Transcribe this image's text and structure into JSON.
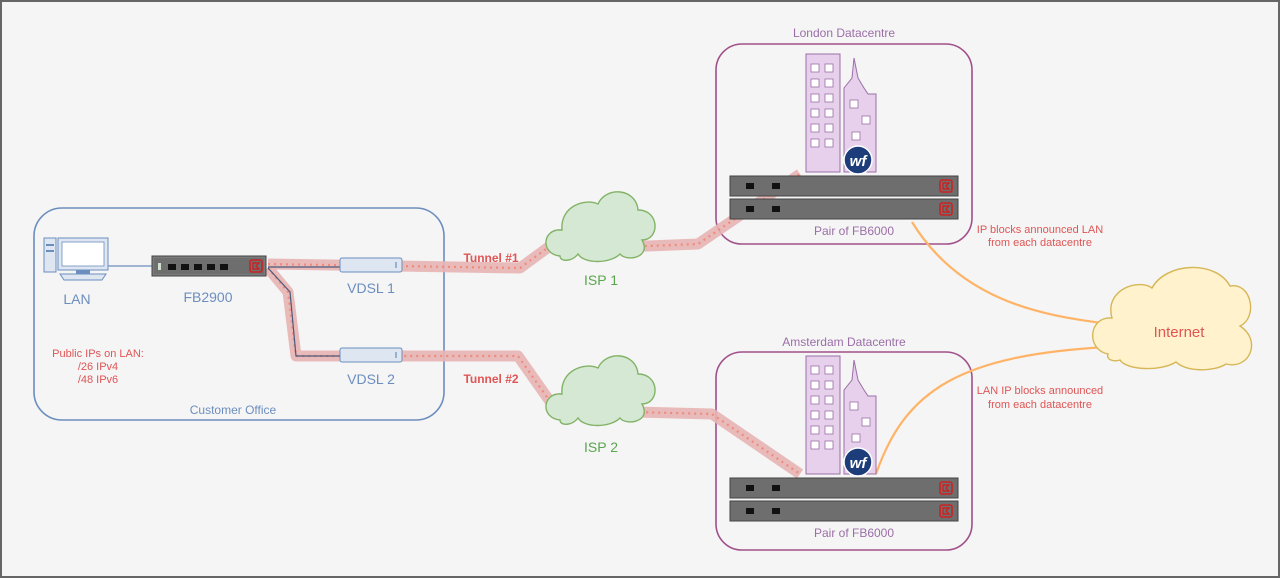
{
  "office": {
    "label": "Customer Office",
    "lan_label": "LAN",
    "router_label": "FB2900",
    "vdsl1_label": "VDSL 1",
    "vdsl2_label": "VDSL 2",
    "public_ips": [
      "Public IPs on LAN:",
      "/26 IPv4",
      "/48 IPv6"
    ]
  },
  "tunnels": [
    "Tunnel #1",
    "Tunnel #2"
  ],
  "isps": [
    "ISP 1",
    "ISP 2"
  ],
  "london": {
    "title": "London Datacentre",
    "pair_label": "Pair of FB6000"
  },
  "amsterdam": {
    "title": "Amsterdam Datacentre",
    "pair_label": "Pair of FB6000"
  },
  "internet_label": "Internet",
  "notes": {
    "london": [
      "IP blocks announced LAN",
      "from each datacentre"
    ],
    "amsterdam": [
      "LAN IP blocks announced",
      "from each datacentre"
    ]
  },
  "logo_text": "wf",
  "colors": {
    "office_border": "#6c8ebf",
    "office_text": "#6c8ebf",
    "datacentre_border": "#a0508a",
    "datacentre_text": "#9b6ea7",
    "isp_fill": "#d5e8d4",
    "isp_border": "#82b366",
    "isp_text": "#5aa64e",
    "tunnel_stroke": "#e8b4b4",
    "tunnel_dots": "#f08a7a",
    "tunnel_text": "#e05555",
    "internet_fill": "#fff2cc",
    "internet_border": "#d6b656",
    "internet_text": "#e05555",
    "orange_link": "#ffb366",
    "building_fill": "#e6d0ec",
    "logo_fill": "#1d3d7a",
    "note_text": "#e05555",
    "brand_red": "#cc2222"
  }
}
